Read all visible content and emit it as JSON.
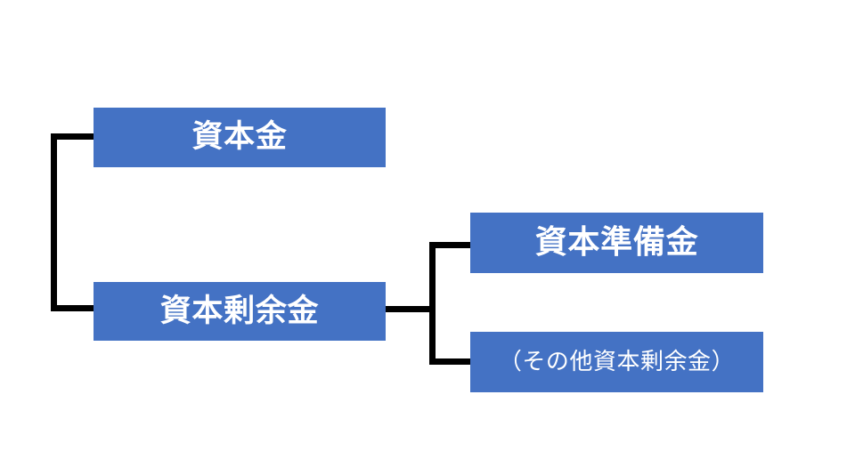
{
  "diagram": {
    "type": "tree-breakdown-bracket",
    "background_color": "#ffffff",
    "box_color": "#4472c4",
    "box_text_color": "#ffffff",
    "connector_color": "#000000",
    "nodes": [
      {
        "id": "shihonkin",
        "label": "資本金",
        "level": 1,
        "style": "bold"
      },
      {
        "id": "shihon-joyokin",
        "label": "資本剰余金",
        "level": 1,
        "style": "bold"
      },
      {
        "id": "shihon-junbikin",
        "label": "資本準備金",
        "level": 2,
        "style": "bold"
      },
      {
        "id": "sonota-shihon-joyokin",
        "label": "（その他資本剰余金）",
        "level": 2,
        "style": "regular"
      }
    ]
  }
}
